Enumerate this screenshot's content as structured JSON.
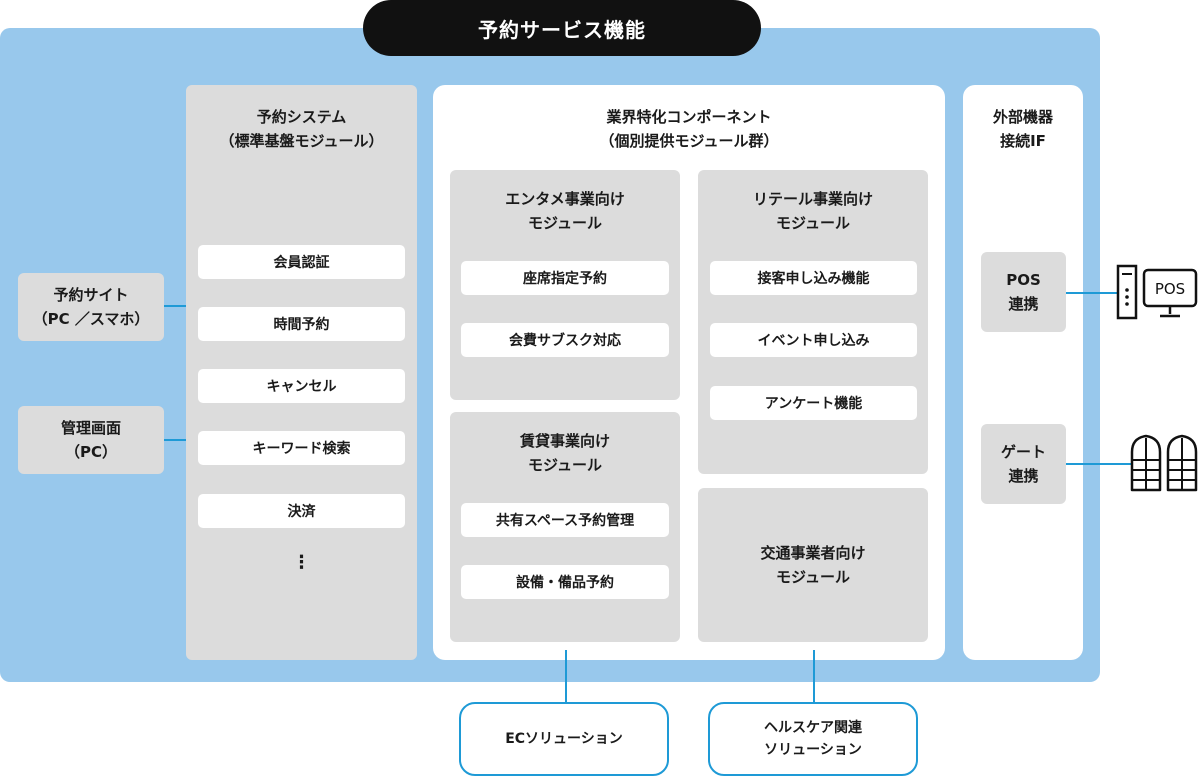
{
  "title": "予約サービス機能",
  "left_inputs": [
    {
      "lines": [
        "予約サイト",
        "（PC ／スマホ）"
      ]
    },
    {
      "lines": [
        "管理画面",
        "（PC）"
      ]
    }
  ],
  "reservation_system": {
    "lines": [
      "予約システム",
      "（標準基盤モジュール）"
    ],
    "items": [
      "会員認証",
      "時間予約",
      "キャンセル",
      "キーワード検索",
      "決済"
    ],
    "more": "⋮"
  },
  "industry_components": {
    "lines": [
      "業界特化コンポーネント",
      "（個別提供モジュール群）"
    ],
    "entertainment": {
      "lines": [
        "エンタメ事業向け",
        "モジュール"
      ],
      "items": [
        "座席指定予約",
        "会費サブスク対応"
      ]
    },
    "rental": {
      "lines": [
        "賃貸事業向け",
        "モジュール"
      ],
      "items": [
        "共有スペース予約管理",
        "設備・備品予約"
      ]
    },
    "retail": {
      "lines": [
        "リテール事業向け",
        "モジュール"
      ],
      "items": [
        "接客申し込み機能",
        "イベント申し込み",
        "アンケート機能"
      ]
    },
    "transport": {
      "lines": [
        "交通事業者向け",
        "モジュール"
      ]
    }
  },
  "external_if": {
    "lines": [
      "外部機器",
      "接続IF"
    ],
    "pos": {
      "lines": [
        "POS",
        "連携"
      ],
      "device_label": "POS"
    },
    "gate": {
      "lines": [
        "ゲート",
        "連携"
      ]
    }
  },
  "solutions": [
    {
      "lines": [
        "ECソリューション"
      ]
    },
    {
      "lines": [
        "ヘルスケア関連",
        "ソリューション"
      ]
    }
  ],
  "colors": {
    "accent_blue": "#1e9ad6",
    "background_blue": "#98c8ec",
    "panel_grey": "#dcdcdc",
    "title_black": "#111111"
  }
}
